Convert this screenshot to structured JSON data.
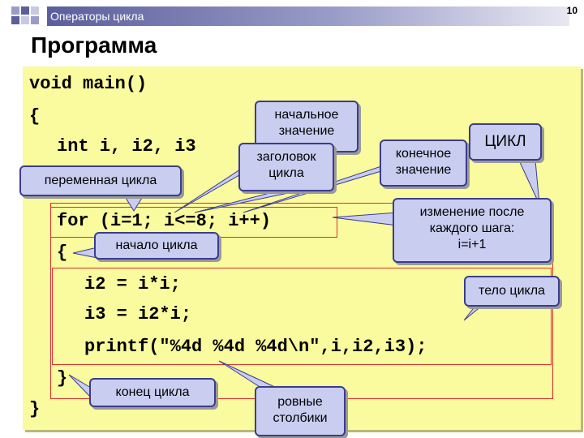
{
  "header": {
    "title": "Операторы цикла",
    "slide_number": "10"
  },
  "title": "Программа",
  "code": {
    "line1": "void main()",
    "line2": "{",
    "line3": "int i, i2, i3",
    "line4": "for (i=1; i<=8; i++)",
    "line5": "{",
    "line6": "i2 = i*i;",
    "line7": "i3 = i2*i;",
    "line8": "printf(\"%4d %4d %4d\\n\",i,i2,i3);",
    "line9": "}",
    "line10": "}"
  },
  "callouts": {
    "initial_value_line1": "начальное",
    "initial_value_line2": "значение",
    "loop_header_line1": "заголовок",
    "loop_header_line2": "цикла",
    "final_value_line1": "конечное",
    "final_value_line2": "значение",
    "loop": "ЦИКЛ",
    "loop_variable": "переменная цикла",
    "change_line1": "изменение после",
    "change_line2": "каждого шага:",
    "change_line3": "i=i+1",
    "loop_start": "начало цикла",
    "loop_body": "тело цикла",
    "loop_end": "конец цикла",
    "columns_line1": "ровные",
    "columns_line2": "столбики"
  },
  "colors": {
    "panel": "#fafa9e",
    "callout_fill": "#c9cdf0",
    "callout_border": "#3a3d8c",
    "highlight_box": "#e03030",
    "header_bar": "#5c5e9c"
  }
}
